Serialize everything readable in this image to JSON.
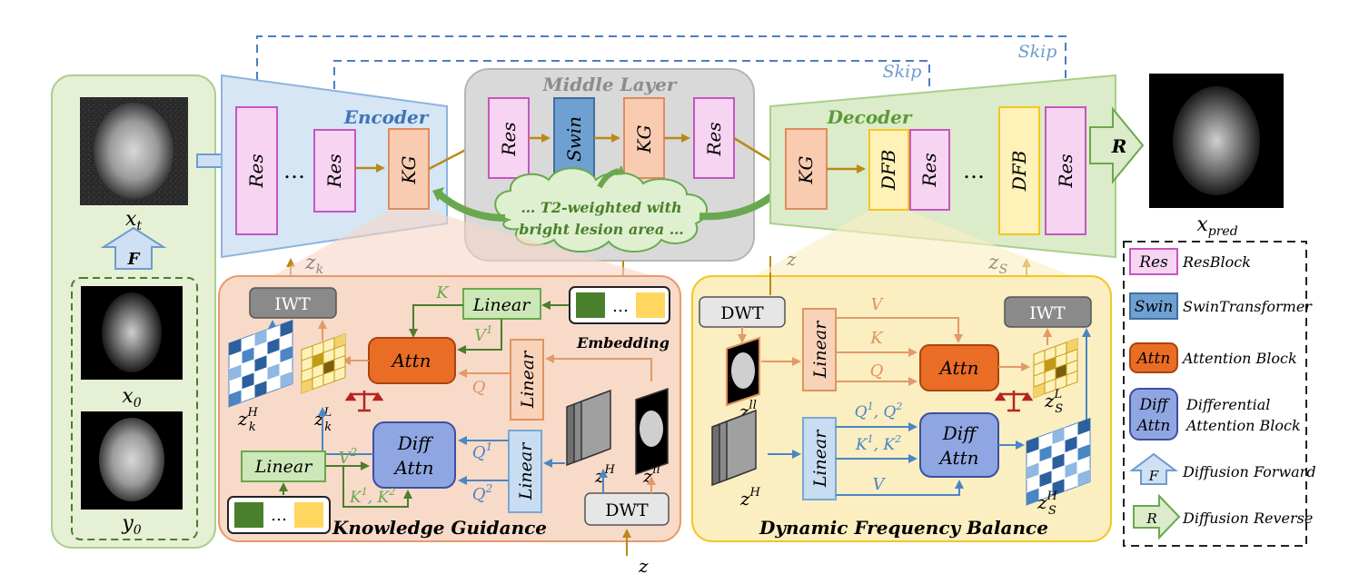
{
  "colors": {
    "res_fill": "#f6d4f2",
    "res_stroke": "#c457c0",
    "swin_fill": "#6fa0d2",
    "swin_stroke": "#3f6f9f",
    "kg_fill": "#f9ccb2",
    "kg_stroke": "#e08b5f",
    "attn_fill": "#ea6d26",
    "attn_stroke": "#a9440d",
    "diff_fill": "#8fa6e2",
    "diff_stroke": "#3d4fa0",
    "dfb_fill": "#fff2b8",
    "dfb_stroke": "#f3c623",
    "linear_fill": "#cde8b8",
    "linear_stroke": "#6aa84f",
    "linear_blue_fill": "#c9ddf2",
    "linear_blue_stroke": "#7aa7d3",
    "linear_orange_fill": "#f9d2ba",
    "linear_orange_stroke": "#e0935f",
    "gray_box": "#8a8a8a",
    "dwt_fill": "#e6e6e6",
    "encoder_bg": "#d6e6f5",
    "decoder_bg": "#dcebc9",
    "middle_bg": "#d9d9d9",
    "kg_panel_bg": "#f8dac9",
    "dfb_panel_bg": "#fbeec0",
    "left_panel_bg": "#e6f0d5",
    "green_arrow": "#4a7f2c",
    "gold_arrow": "#b98a18",
    "blue_arrow": "#4a86c5",
    "orange_arrow": "#e29a6a",
    "skip_arrow": "#4a7fc0"
  },
  "labels": {
    "encoder": "Encoder",
    "decoder": "Decoder",
    "middle_layer": "Middle Layer",
    "res": "Res",
    "swin": "Swin",
    "kg": "KG",
    "dfb": "DFB",
    "dots": "…",
    "skip": "Skip",
    "r": "R",
    "f": "F",
    "cloud_line1": "… T2-weighted with",
    "cloud_line2": "bright lesion area …",
    "knowledge_guidance": "Knowledge Guidance",
    "dynamic_frequency_balance": "Dynamic Frequency Balance",
    "embedding": "Embedding",
    "iwt": "IWT",
    "dwt": "DWT",
    "linear": "Linear",
    "attn": "Attn",
    "diff": "Diff",
    "attn2": "Attn",
    "k": "K",
    "q": "Q",
    "v": "V",
    "z": "z"
  },
  "math": {
    "x_t": "x",
    "x_t_sub": "t",
    "x_0": "x",
    "x_0_sub": "0",
    "y_0": "y",
    "y_0_sub": "0",
    "x_pred": "x",
    "x_pred_sub": "pred",
    "z_k": "z",
    "z_k_sub": "k",
    "z_s": "z",
    "z_s_sub": "S",
    "z_k_h_sup": "H",
    "z_k_l_sup": "L",
    "z_s_h_sup": "H",
    "z_s_l_sup": "L",
    "z_h_sup": "H",
    "z_ll_sup": "ll",
    "v1": "V",
    "v1_sup": "1",
    "v2": "V",
    "v2_sup": "2",
    "q1": "Q",
    "q1_sup": "1",
    "q2": "Q",
    "q2_sup": "2",
    "k1k2": "K",
    "k1k2_sup1": "1",
    "k1k2_mid": ", K",
    "k1k2_sup2": "2",
    "q1q2": "Q",
    "q1q2_sup1": "1",
    "q1q2_mid": ", Q",
    "q1q2_sup2": "2",
    "k1k2_b": "K",
    "k1k2_b_sup1": "1",
    "k1k2_b_mid": ", K",
    "k1k2_b_sup2": "2"
  },
  "legend": {
    "items": [
      {
        "tag": "Res",
        "label": "ResBlock"
      },
      {
        "tag": "Swin",
        "label": "SwinTransformer"
      },
      {
        "tag": "Attn",
        "label": "Attention Block"
      },
      {
        "tag": "Diff Attn",
        "tag_line1": "Diff",
        "tag_line2": "Attn",
        "label_line1": "Differential",
        "label_line2": "Attention Block"
      },
      {
        "tag": "F",
        "label": "Diffusion Forward"
      },
      {
        "tag": "R",
        "label": "Diffusion Reverse"
      }
    ]
  }
}
